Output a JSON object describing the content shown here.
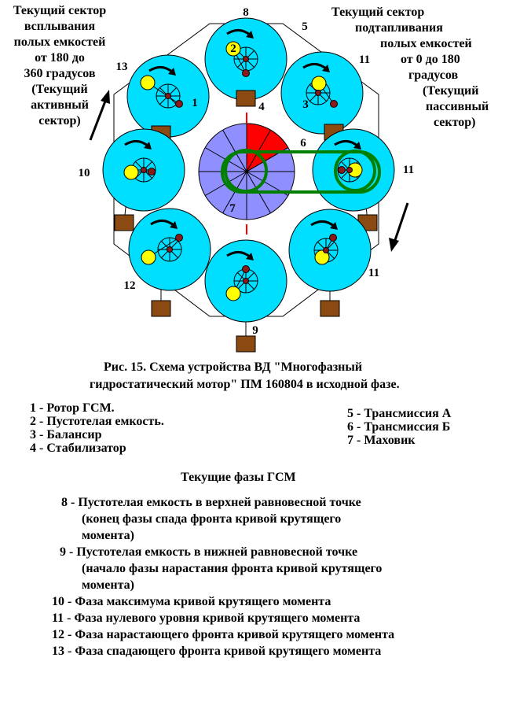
{
  "diagram": {
    "left_label": [
      "Текущий сектор",
      "всплывания",
      "полых емкостей",
      "от 180 до",
      "360 градусов",
      "(Текущий",
      "активный",
      "сектор)"
    ],
    "right_label": [
      "Текущий сектор",
      "подтапливания",
      "полых емкостей",
      "от 0 до 180",
      "градусов",
      "(Текущий",
      "пассивный",
      "сектор)"
    ],
    "numbers": {
      "n8": "8",
      "n5": "5",
      "n13": "13",
      "n11_top": "11",
      "n2": "2",
      "n1": "1",
      "n3": "3",
      "n4": "4",
      "n6": "6",
      "n10": "10",
      "n11_mid": "11",
      "n7": "7",
      "n11_bot": "11",
      "n12": "12",
      "n9": "9"
    },
    "colors": {
      "rotor_fill": "#00dfff",
      "flywheel_fill": "#8f8fff",
      "sector_fill": "#ff0000",
      "transmission": "#007f00",
      "stabilizer": "#8b4a12",
      "capacity_fill": "#ffff00",
      "balancer_fill": "#8b1a1a"
    }
  },
  "caption": [
    "Рис. 15. Схема устройства  ВД \"Многофазный",
    "гидростатический мотор\" ПМ 160804 в исходной фазе."
  ],
  "legend_left": [
    "1 - Ротор ГСМ.",
    "2 - Пустотелая емкость.",
    "3 - Балансир",
    "4 - Стабилизатор"
  ],
  "legend_right": [
    "5 - Трансмиссия А",
    "6 - Трансмиссия Б",
    "7 - Маховик"
  ],
  "phases_title": "Текущие фазы ГСМ",
  "phases": [
    "8 - Пустотелая емкость в верхней равновесной точке",
    "(конец фазы спада фронта кривой крутящего",
    "момента)",
    "9 - Пустотелая емкость в нижней равновесной точке",
    "(начало фазы нарастания фронта кривой крутящего",
    "момента)",
    "10 - Фаза максимума кривой крутящего момента",
    "11 - Фаза нулевого уровня кривой крутящего момента",
    "12 - Фаза нарастающего фронта  кривой крутящего момента",
    "13 - Фаза спадающего фронта  кривой крутящего момента"
  ]
}
